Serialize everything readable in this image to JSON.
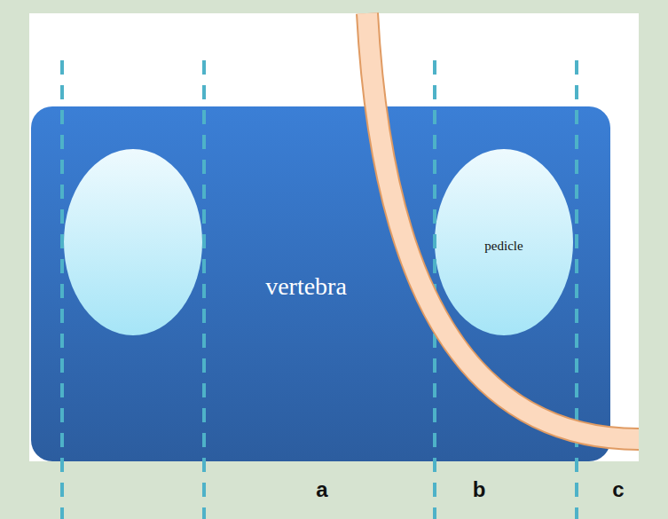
{
  "diagram": {
    "nodes": [
      {
        "text": [
          "vertebra"
        ]
      },
      {
        "text": [
          "pedicle"
        ],
        "in": 0
      }
    ],
    "labels": [
      "a",
      "b",
      "c"
    ]
  }
}
